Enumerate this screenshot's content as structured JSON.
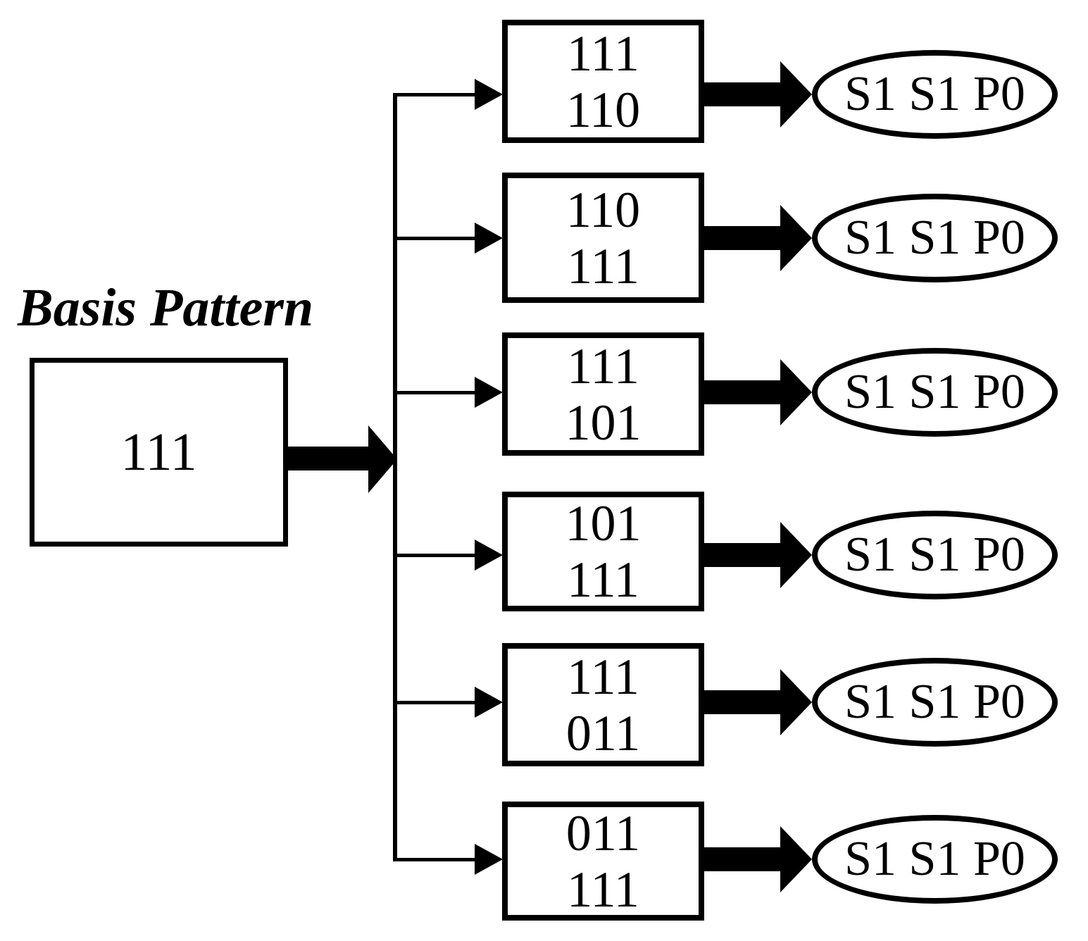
{
  "title": "Basis Pattern",
  "basis_pattern": {
    "value": "111"
  },
  "derived_patterns": [
    {
      "line1": "111",
      "line2": "110",
      "result": "S1 S1 P0"
    },
    {
      "line1": "110",
      "line2": "111",
      "result": "S1 S1 P0"
    },
    {
      "line1": "111",
      "line2": "101",
      "result": "S1 S1 P0"
    },
    {
      "line1": "101",
      "line2": "111",
      "result": "S1 S1 P0"
    },
    {
      "line1": "111",
      "line2": "011",
      "result": "S1 S1 P0"
    },
    {
      "line1": "011",
      "line2": "111",
      "result": "S1 S1 P0"
    }
  ],
  "colors": {
    "foreground": "#000000",
    "background": "#ffffff"
  }
}
